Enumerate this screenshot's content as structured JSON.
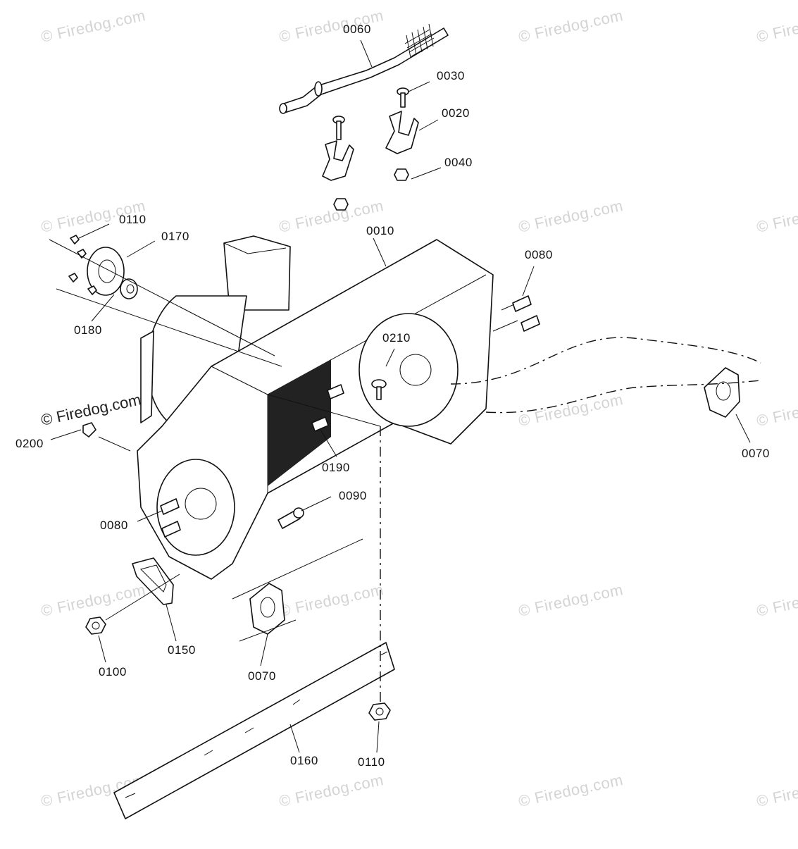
{
  "diagram": {
    "watermark_text": "© Firedog.com",
    "watermark_bold_text": "© Firedog.com",
    "labels": [
      {
        "id": "0060",
        "text": "0060"
      },
      {
        "id": "0030",
        "text": "0030"
      },
      {
        "id": "0020",
        "text": "0020"
      },
      {
        "id": "0040",
        "text": "0040"
      },
      {
        "id": "0110_top",
        "text": "0110"
      },
      {
        "id": "0170",
        "text": "0170"
      },
      {
        "id": "0010",
        "text": "0010"
      },
      {
        "id": "0080_right",
        "text": "0080"
      },
      {
        "id": "0180",
        "text": "0180"
      },
      {
        "id": "0210",
        "text": "0210"
      },
      {
        "id": "0200",
        "text": "0200"
      },
      {
        "id": "0190",
        "text": "0190"
      },
      {
        "id": "0070_right",
        "text": "0070"
      },
      {
        "id": "0090",
        "text": "0090"
      },
      {
        "id": "0080_left",
        "text": "0080"
      },
      {
        "id": "0150",
        "text": "0150"
      },
      {
        "id": "0100",
        "text": "0100"
      },
      {
        "id": "0070_bottom",
        "text": "0070"
      },
      {
        "id": "0160",
        "text": "0160"
      },
      {
        "id": "0110_bottom",
        "text": "0110"
      }
    ]
  }
}
